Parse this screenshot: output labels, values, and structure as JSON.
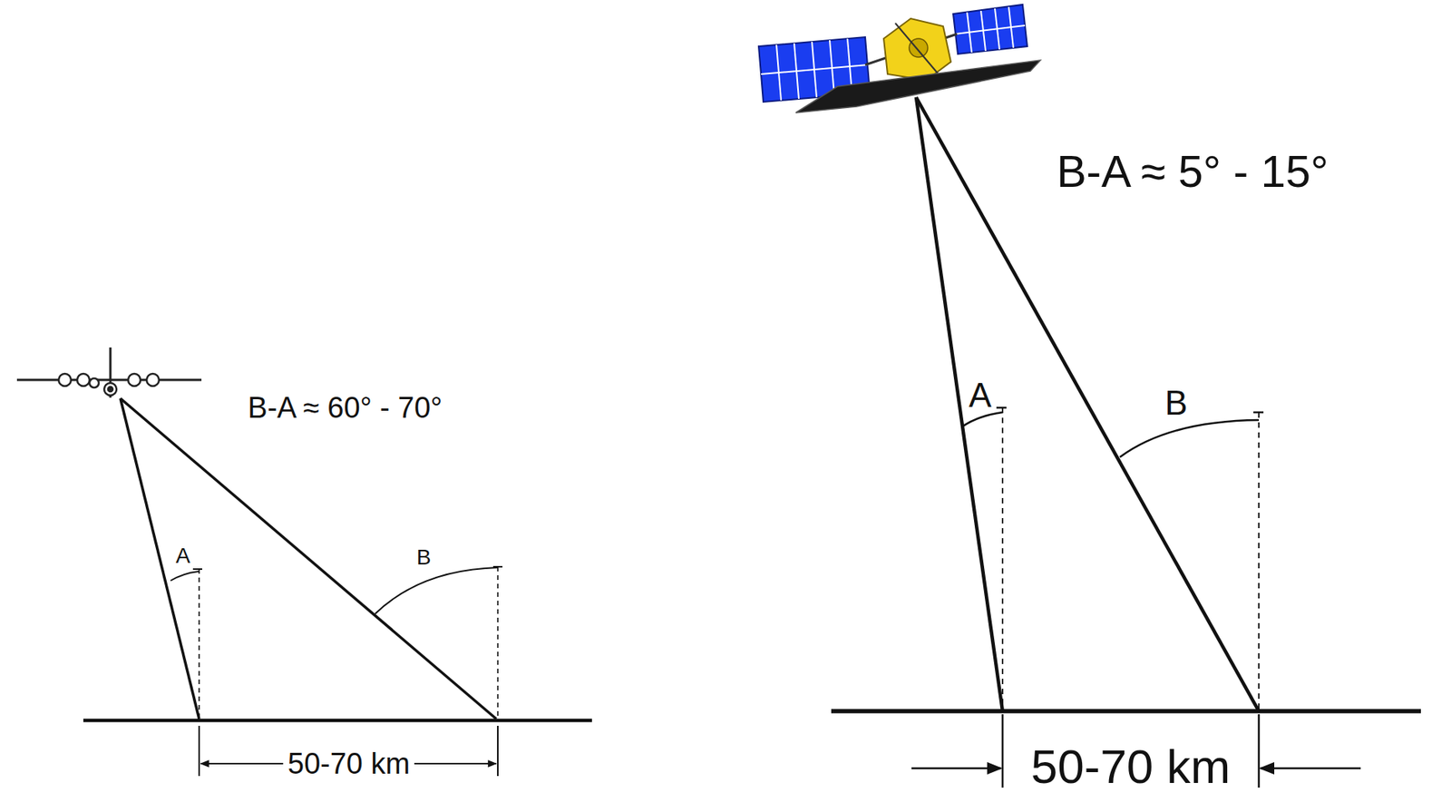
{
  "diagram": {
    "labels": [
      "B-A ≈ 60° - 70°",
      "A",
      "B",
      "50-70 km",
      "B-A ≈ 5° - 15°",
      "A",
      "B",
      "50-70 km"
    ]
  }
}
